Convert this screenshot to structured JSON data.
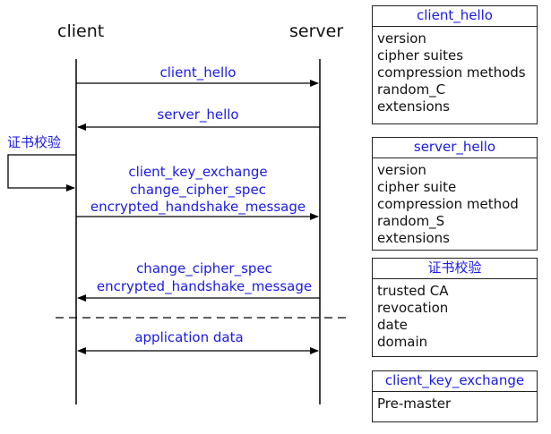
{
  "diagram": {
    "actors": {
      "client": "client",
      "server": "server"
    },
    "self_check_label": "证书校验",
    "messages": [
      {
        "direction": "client-to-server",
        "lines": [
          "client_hello"
        ]
      },
      {
        "direction": "server-to-client",
        "lines": [
          "server_hello"
        ]
      },
      {
        "direction": "client-to-server",
        "lines": [
          "client_key_exchange",
          "change_cipher_spec",
          "encrypted_handshake_message"
        ]
      },
      {
        "direction": "server-to-client",
        "lines": [
          "change_cipher_spec",
          "encrypted_handshake_message"
        ]
      },
      {
        "direction": "both",
        "lines": [
          "application data"
        ]
      }
    ]
  },
  "boxes": [
    {
      "title": "client_hello",
      "items": [
        "version",
        "cipher suites",
        "compression methods",
        "random_C",
        "extensions"
      ]
    },
    {
      "title": "server_hello",
      "items": [
        "version",
        "cipher suite",
        "compression method",
        "random_S",
        "extensions"
      ]
    },
    {
      "title": "证书校验",
      "items": [
        "trusted CA",
        "revocation",
        "date",
        "domain"
      ]
    },
    {
      "title": "client_key_exchange",
      "items": [
        "Pre-master"
      ]
    }
  ],
  "colors": {
    "label": "#1a1ae6",
    "line": "#000000",
    "text": "#111111"
  }
}
